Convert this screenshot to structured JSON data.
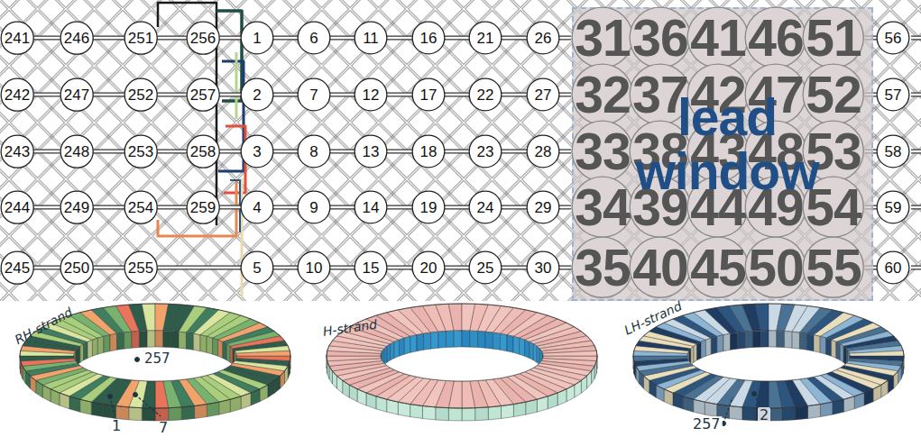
{
  "diagram": {
    "nodes": [
      {
        "text": [
          "lead window"
        ]
      },
      {
        "text": [
          "241"
        ]
      },
      {
        "text": [
          "246"
        ]
      },
      {
        "text": [
          "251"
        ]
      },
      {
        "text": [
          "256"
        ]
      },
      {
        "text": [
          "1"
        ]
      },
      {
        "text": [
          "6"
        ]
      },
      {
        "text": [
          "11"
        ]
      },
      {
        "text": [
          "16"
        ]
      },
      {
        "text": [
          "21"
        ]
      },
      {
        "text": [
          "26"
        ]
      },
      {
        "text": [
          "31"
        ],
        "in": 0
      },
      {
        "text": [
          "36"
        ],
        "in": 0
      },
      {
        "text": [
          "41"
        ],
        "in": 0
      },
      {
        "text": [
          "46"
        ],
        "in": 0
      },
      {
        "text": [
          "51"
        ],
        "in": 0
      },
      {
        "text": [
          "56"
        ]
      },
      {
        "text": [
          "242"
        ]
      },
      {
        "text": [
          "247"
        ]
      },
      {
        "text": [
          "252"
        ]
      },
      {
        "text": [
          "257"
        ]
      },
      {
        "text": [
          "2"
        ]
      },
      {
        "text": [
          "7"
        ]
      },
      {
        "text": [
          "12"
        ]
      },
      {
        "text": [
          "17"
        ]
      },
      {
        "text": [
          "22"
        ]
      },
      {
        "text": [
          "27"
        ]
      },
      {
        "text": [
          "32"
        ],
        "in": 0
      },
      {
        "text": [
          "37"
        ],
        "in": 0
      },
      {
        "text": [
          "42"
        ],
        "in": 0
      },
      {
        "text": [
          "47"
        ],
        "in": 0
      },
      {
        "text": [
          "52"
        ],
        "in": 0
      },
      {
        "text": [
          "57"
        ]
      },
      {
        "text": [
          "243"
        ]
      },
      {
        "text": [
          "248"
        ]
      },
      {
        "text": [
          "253"
        ]
      },
      {
        "text": [
          "258"
        ]
      },
      {
        "text": [
          "3"
        ]
      },
      {
        "text": [
          "8"
        ]
      },
      {
        "text": [
          "13"
        ]
      },
      {
        "text": [
          "18"
        ]
      },
      {
        "text": [
          "23"
        ]
      },
      {
        "text": [
          "28"
        ]
      },
      {
        "text": [
          "33"
        ],
        "in": 0
      },
      {
        "text": [
          "38"
        ],
        "in": 0
      },
      {
        "text": [
          "43"
        ],
        "in": 0
      },
      {
        "text": [
          "48"
        ],
        "in": 0
      },
      {
        "text": [
          "53"
        ],
        "in": 0
      },
      {
        "text": [
          "58"
        ]
      },
      {
        "text": [
          "244"
        ]
      },
      {
        "text": [
          "249"
        ]
      },
      {
        "text": [
          "254"
        ]
      },
      {
        "text": [
          "259"
        ]
      },
      {
        "text": [
          "4"
        ]
      },
      {
        "text": [
          "9"
        ]
      },
      {
        "text": [
          "14"
        ]
      },
      {
        "text": [
          "19"
        ]
      },
      {
        "text": [
          "24"
        ]
      },
      {
        "text": [
          "29"
        ]
      },
      {
        "text": [
          "34"
        ],
        "in": 0
      },
      {
        "text": [
          "39"
        ],
        "in": 0
      },
      {
        "text": [
          "44"
        ],
        "in": 0
      },
      {
        "text": [
          "49"
        ],
        "in": 0
      },
      {
        "text": [
          "54"
        ],
        "in": 0
      },
      {
        "text": [
          "59"
        ]
      },
      {
        "text": [
          "245"
        ]
      },
      {
        "text": [
          "250"
        ]
      },
      {
        "text": [
          "255"
        ]
      },
      {
        "text": [
          "5"
        ]
      },
      {
        "text": [
          "10"
        ]
      },
      {
        "text": [
          "15"
        ]
      },
      {
        "text": [
          "20"
        ]
      },
      {
        "text": [
          "25"
        ]
      },
      {
        "text": [
          "30"
        ]
      },
      {
        "text": [
          "35"
        ],
        "in": 0
      },
      {
        "text": [
          "40"
        ],
        "in": 0
      },
      {
        "text": [
          "45"
        ],
        "in": 0
      },
      {
        "text": [
          "50"
        ],
        "in": 0
      },
      {
        "text": [
          "55"
        ],
        "in": 0
      },
      {
        "text": [
          "60"
        ]
      }
    ],
    "edges": [
      {
        "from": 1,
        "to": 2,
        "arrow": "none"
      },
      {
        "from": 2,
        "to": 3,
        "arrow": "none"
      },
      {
        "from": 3,
        "to": 4,
        "arrow": "none"
      },
      {
        "from": 4,
        "to": 5,
        "arrow": "none"
      },
      {
        "from": 5,
        "to": 6,
        "arrow": "none"
      },
      {
        "from": 6,
        "to": 7,
        "arrow": "none"
      },
      {
        "from": 7,
        "to": 8,
        "arrow": "none"
      },
      {
        "from": 8,
        "to": 9,
        "arrow": "none"
      },
      {
        "from": 9,
        "to": 10,
        "arrow": "none"
      },
      {
        "from": 10,
        "to": 11,
        "arrow": "none"
      },
      {
        "from": 11,
        "to": 12,
        "arrow": "none"
      },
      {
        "from": 12,
        "to": 13,
        "arrow": "none"
      },
      {
        "from": 13,
        "to": 14,
        "arrow": "none"
      },
      {
        "from": 14,
        "to": 15,
        "arrow": "none"
      },
      {
        "from": 15,
        "to": 16,
        "arrow": "none"
      },
      {
        "from": 17,
        "to": 18,
        "arrow": "none"
      },
      {
        "from": 18,
        "to": 19,
        "arrow": "none"
      },
      {
        "from": 19,
        "to": 20,
        "arrow": "none"
      },
      {
        "from": 20,
        "to": 21,
        "arrow": "none"
      },
      {
        "from": 21,
        "to": 22,
        "arrow": "none"
      },
      {
        "from": 22,
        "to": 23,
        "arrow": "none"
      },
      {
        "from": 23,
        "to": 24,
        "arrow": "none"
      },
      {
        "from": 24,
        "to": 25,
        "arrow": "none"
      },
      {
        "from": 25,
        "to": 26,
        "arrow": "none"
      },
      {
        "from": 26,
        "to": 27,
        "arrow": "none"
      },
      {
        "from": 27,
        "to": 28,
        "arrow": "none"
      },
      {
        "from": 28,
        "to": 29,
        "arrow": "none"
      },
      {
        "from": 29,
        "to": 30,
        "arrow": "none"
      },
      {
        "from": 30,
        "to": 31,
        "arrow": "none"
      },
      {
        "from": 31,
        "to": 32,
        "arrow": "none"
      },
      {
        "from": 33,
        "to": 34,
        "arrow": "none"
      },
      {
        "from": 34,
        "to": 35,
        "arrow": "none"
      },
      {
        "from": 35,
        "to": 36,
        "arrow": "none"
      },
      {
        "from": 36,
        "to": 37,
        "arrow": "none"
      },
      {
        "from": 37,
        "to": 38,
        "arrow": "none"
      },
      {
        "from": 38,
        "to": 39,
        "arrow": "none"
      },
      {
        "from": 39,
        "to": 40,
        "arrow": "none"
      },
      {
        "from": 40,
        "to": 41,
        "arrow": "none"
      },
      {
        "from": 41,
        "to": 42,
        "arrow": "none"
      },
      {
        "from": 42,
        "to": 43,
        "arrow": "none"
      },
      {
        "from": 43,
        "to": 44,
        "arrow": "none"
      },
      {
        "from": 44,
        "to": 45,
        "arrow": "none"
      },
      {
        "from": 45,
        "to": 46,
        "arrow": "none"
      },
      {
        "from": 46,
        "to": 47,
        "arrow": "none"
      },
      {
        "from": 47,
        "to": 48,
        "arrow": "none"
      },
      {
        "from": 49,
        "to": 50,
        "arrow": "none"
      },
      {
        "from": 50,
        "to": 51,
        "arrow": "none"
      },
      {
        "from": 51,
        "to": 52,
        "arrow": "none"
      },
      {
        "from": 52,
        "to": 53,
        "arrow": "none"
      },
      {
        "from": 53,
        "to": 54,
        "arrow": "none"
      },
      {
        "from": 54,
        "to": 55,
        "arrow": "none"
      },
      {
        "from": 55,
        "to": 56,
        "arrow": "none"
      },
      {
        "from": 56,
        "to": 57,
        "arrow": "none"
      },
      {
        "from": 57,
        "to": 58,
        "arrow": "none"
      },
      {
        "from": 58,
        "to": 59,
        "arrow": "none"
      },
      {
        "from": 59,
        "to": 60,
        "arrow": "none"
      },
      {
        "from": 60,
        "to": 61,
        "arrow": "none"
      },
      {
        "from": 61,
        "to": 62,
        "arrow": "none"
      },
      {
        "from": 62,
        "to": 63,
        "arrow": "none"
      },
      {
        "from": 63,
        "to": 64,
        "arrow": "none"
      },
      {
        "from": 65,
        "to": 66,
        "arrow": "none"
      },
      {
        "from": 66,
        "to": 67,
        "arrow": "none"
      },
      {
        "from": 67,
        "to": 68,
        "arrow": "none"
      },
      {
        "from": 68,
        "to": 69,
        "arrow": "none"
      },
      {
        "from": 69,
        "to": 70,
        "arrow": "none"
      },
      {
        "from": 70,
        "to": 71,
        "arrow": "none"
      },
      {
        "from": 71,
        "to": 72,
        "arrow": "none"
      },
      {
        "from": 72,
        "to": 73,
        "arrow": "none"
      },
      {
        "from": 73,
        "to": 74,
        "arrow": "none"
      },
      {
        "from": 74,
        "to": 75,
        "arrow": "none"
      },
      {
        "from": 75,
        "to": 76,
        "arrow": "none"
      },
      {
        "from": 76,
        "to": 77,
        "arrow": "none"
      },
      {
        "from": 77,
        "to": 78,
        "arrow": "none"
      },
      {
        "from": 78,
        "to": 79,
        "arrow": "none"
      }
    ],
    "labels": [
      "RH-strand",
      "H-strand",
      "LH-strand",
      "257",
      "1",
      "7",
      "257",
      "2"
    ]
  }
}
